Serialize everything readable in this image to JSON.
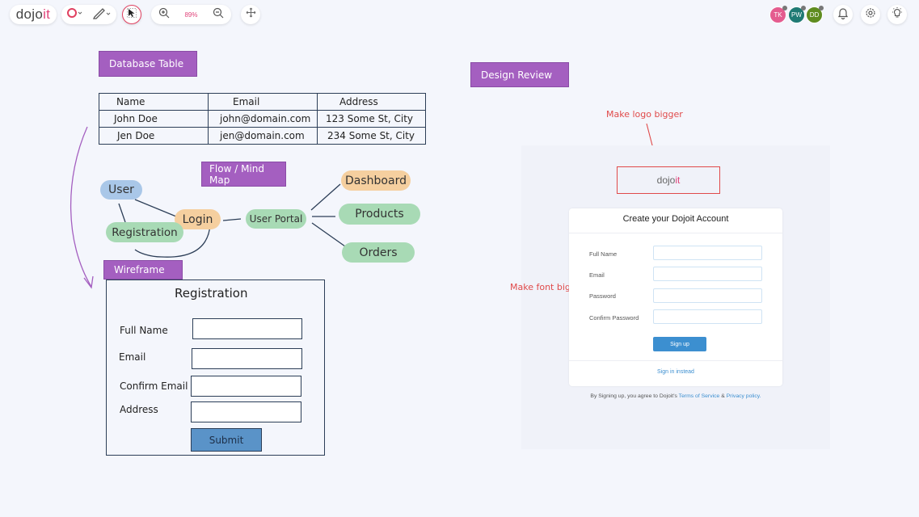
{
  "toolbar": {
    "logo_main": "dojo",
    "logo_accent": "it",
    "zoom_level": "89%",
    "accent_color": "#e0457b",
    "avatars": [
      {
        "initials": "TK",
        "color": "#e45c8f"
      },
      {
        "initials": "PW",
        "color": "#1f7a74"
      },
      {
        "initials": "DD",
        "color": "#5f8c1f"
      }
    ]
  },
  "labels": {
    "database_table": "Database Table",
    "design_review": "Design Review",
    "flow_mind_map": "Flow / Mind Map",
    "wireframe": "Wireframe"
  },
  "db_table": {
    "headers": [
      "Name",
      "Email",
      "Address"
    ],
    "rows": [
      [
        "John Doe",
        "john@domain.com",
        "123 Some St, City"
      ],
      [
        "Jen Doe",
        "jen@domain.com",
        "234 Some St, City"
      ]
    ]
  },
  "mindmap": {
    "user": "User",
    "login": "Login",
    "registration": "Registration",
    "user_portal": "User Portal",
    "dashboard": "Dashboard",
    "products": "Products",
    "orders": "Orders"
  },
  "wireframe": {
    "title": "Registration",
    "fields": [
      "Full Name",
      "Email",
      "Confirm Email",
      "Address"
    ],
    "submit": "Submit"
  },
  "review": {
    "logo_main": "dojo",
    "logo_accent": "it",
    "note_logo": "Make logo bigger",
    "note_font": "Make font bigger",
    "card_title": "Create your Dojoit Account",
    "fields": [
      "Full Name",
      "Email",
      "Password",
      "Confirm Password"
    ],
    "signup": "Sign up",
    "signin": "Sign in instead",
    "terms_prefix": "By Signing up, you agree to Dojoit's",
    "terms_link": "Terms of Service",
    "terms_amp": "&",
    "privacy_link": "Privacy policy."
  }
}
